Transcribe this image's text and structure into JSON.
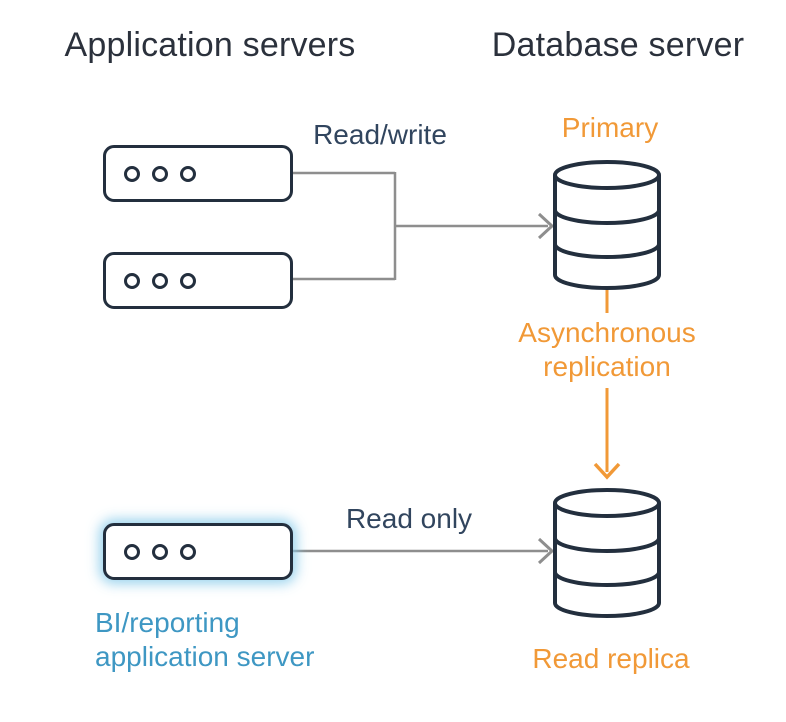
{
  "headers": {
    "left": "Application servers",
    "right": "Database server"
  },
  "nodes": {
    "app_server_1": {
      "type": "server",
      "icon": "server-icon"
    },
    "app_server_2": {
      "type": "server",
      "icon": "server-icon"
    },
    "bi_server": {
      "type": "server",
      "icon": "server-icon",
      "highlighted": true,
      "caption_line1": "BI/reporting",
      "caption_line2": "application server"
    },
    "primary_db": {
      "type": "database",
      "icon": "database-icon",
      "label": "Primary"
    },
    "read_replica_db": {
      "type": "database",
      "icon": "database-icon",
      "label": "Read replica"
    }
  },
  "edges": {
    "read_write": {
      "label": "Read/write",
      "from": "app_server_1+app_server_2",
      "to": "primary_db",
      "style": "gray-arrow"
    },
    "async_replication": {
      "label_line1": "Asynchronous",
      "label_line2": "replication",
      "from": "primary_db",
      "to": "read_replica_db",
      "style": "orange-arrow"
    },
    "read_only": {
      "label": "Read only",
      "from": "bi_server",
      "to": "read_replica_db",
      "style": "gray-arrow"
    }
  },
  "colors": {
    "dark_navy": "#232f3e",
    "header_text": "#2b313c",
    "edge_label_text": "#31455e",
    "orange": "#f19937",
    "blue": "#3e97c3",
    "gray_line": "#8e8e8e",
    "highlight_glow": "#8ccdeb",
    "background": "#ffffff"
  }
}
